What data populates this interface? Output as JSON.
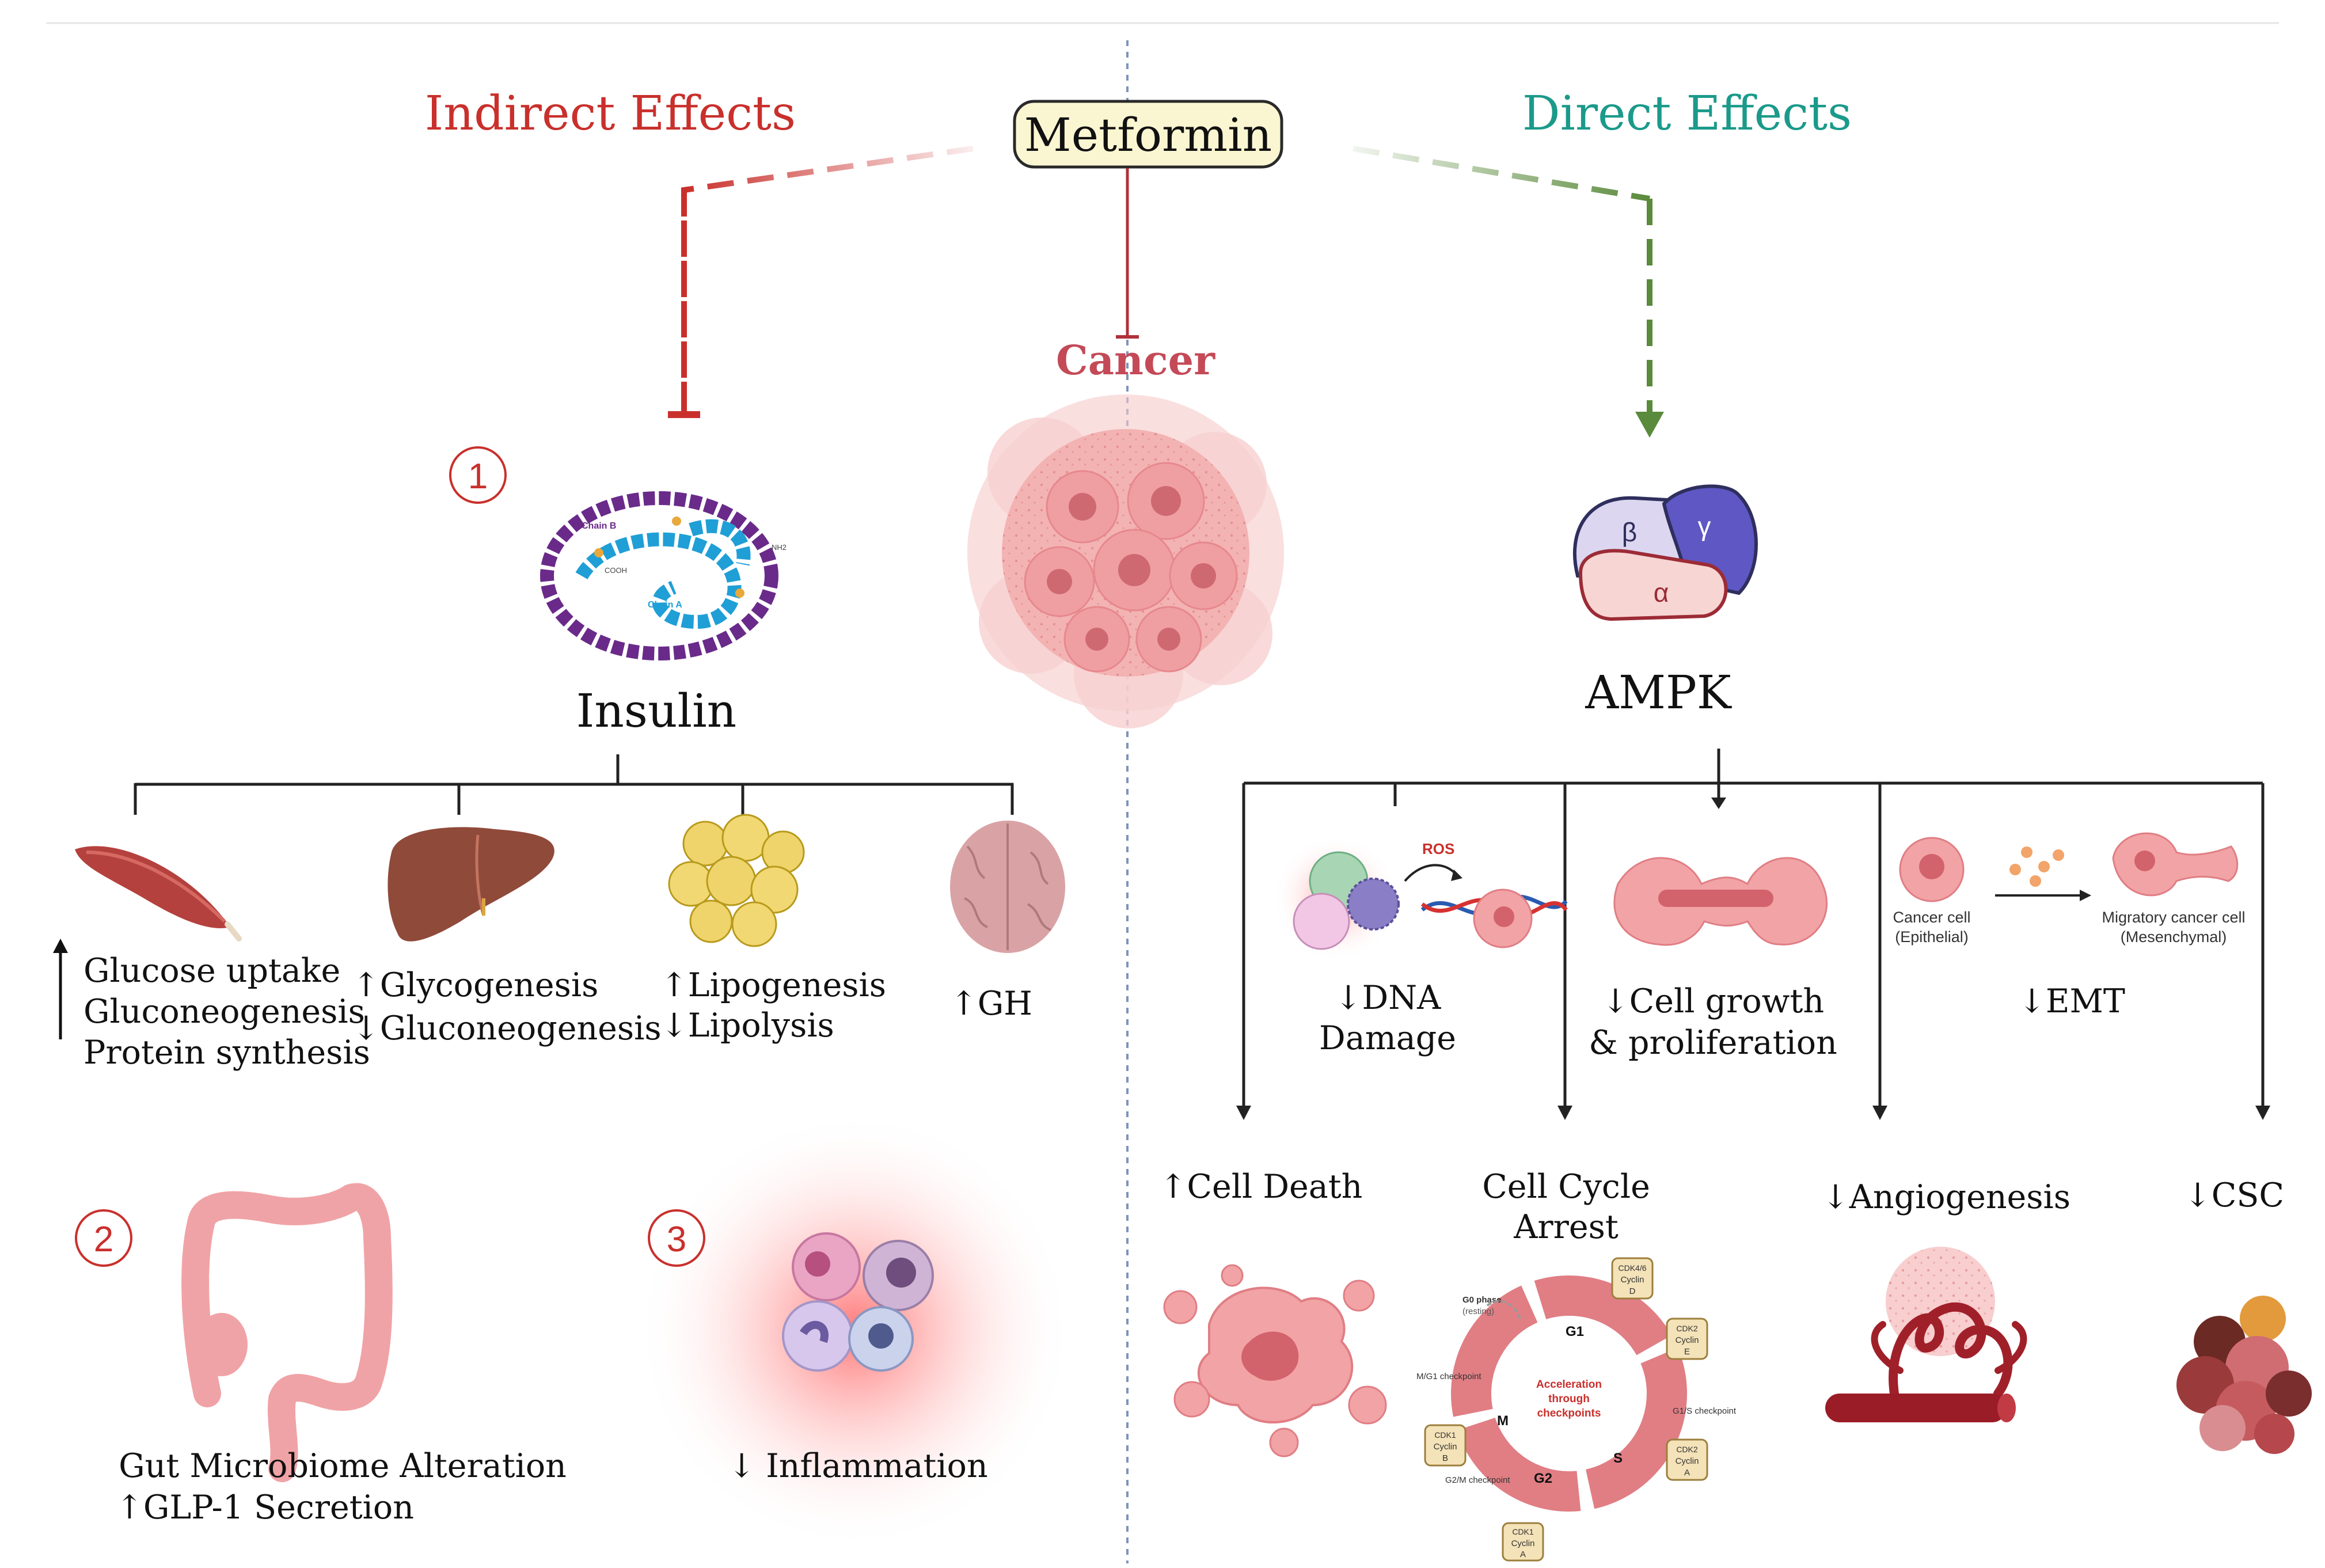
{
  "header": {
    "center_title": "Metformin",
    "left_title": "Indirect Effects",
    "right_title": "Direct Effects"
  },
  "colors": {
    "indirect": "#c9302c",
    "direct": "#1b9a8a",
    "direct_arrow": "#5a8a3c",
    "cancer": "#c44a58",
    "tissue_pink": "#f0a3a6",
    "divider": "#7e93b8"
  },
  "center": {
    "cancer_label": "Cancer"
  },
  "indirect": {
    "section1": {
      "number": "1",
      "molecule_label": "Insulin",
      "molecule_chain_b": "Chain B",
      "molecule_chain_a": "Chain A",
      "molecule_nh2": "NH2",
      "molecule_cooh": "COOH",
      "targets": [
        {
          "icon": "muscle-icon",
          "arrow": "↑",
          "lines": [
            "Glucose uptake",
            "Gluconeogenesis",
            "Protein synthesis"
          ]
        },
        {
          "icon": "liver-icon",
          "lines": [
            "↑Glycogenesis",
            "↓Gluconeogenesis"
          ]
        },
        {
          "icon": "adipose-icon",
          "lines": [
            "↑Lipogenesis",
            "↓Lipolysis"
          ]
        },
        {
          "icon": "brain-icon",
          "lines": [
            "↑GH"
          ]
        }
      ]
    },
    "section2": {
      "number": "2",
      "icon": "colon-icon",
      "lines": [
        "Gut Microbiome Alteration",
        "↑GLP-1 Secretion"
      ]
    },
    "section3": {
      "number": "3",
      "icon": "immune-cells-icon",
      "lines": [
        "↓ Inflammation"
      ]
    }
  },
  "direct": {
    "ampk": {
      "label": "AMPK",
      "subunits": [
        "β",
        "γ",
        "α"
      ]
    },
    "mid_effects": [
      {
        "icon": "dna-damage-icon",
        "lines": [
          "↓DNA",
          "Damage"
        ],
        "ros": "ROS"
      },
      {
        "icon": "dividing-cell-icon",
        "lines": [
          "↓Cell growth",
          "& proliferation"
        ]
      },
      {
        "icon": "emt-icon",
        "lines": [
          "↓EMT"
        ],
        "epithelial": [
          "Cancer cell",
          "(Epithelial)"
        ],
        "mesenchymal": [
          "Migratory cancer cell",
          "(Mesenchymal)"
        ]
      }
    ],
    "outcomes": [
      {
        "icon": "apoptotic-cell-icon",
        "lines": [
          "↑Cell Death"
        ]
      },
      {
        "icon": "cell-cycle-icon",
        "lines": [
          "Cell Cycle",
          "Arrest"
        ]
      },
      {
        "icon": "blood-vessel-icon",
        "lines": [
          "↓Angiogenesis"
        ]
      },
      {
        "icon": "stem-cell-cluster-icon",
        "lines": [
          "↓CSC"
        ]
      }
    ],
    "cell_cycle": {
      "center": [
        "Acceleration",
        "through",
        "checkpoints"
      ],
      "phases": [
        "G1",
        "S",
        "G2",
        "M"
      ],
      "g0": [
        "G0 phase",
        "(resting)"
      ],
      "checkpoints": [
        "M/G1 checkpoint",
        "G1/S checkpoint",
        "G2/M checkpoint"
      ],
      "cyclins": [
        [
          "CDK4/6",
          "Cyclin",
          "D"
        ],
        [
          "CDK2",
          "Cyclin",
          "E"
        ],
        [
          "CDK2",
          "Cyclin",
          "A"
        ],
        [
          "CDK1",
          "Cyclin",
          "A"
        ],
        [
          "CDK1",
          "Cyclin",
          "B"
        ]
      ]
    }
  }
}
